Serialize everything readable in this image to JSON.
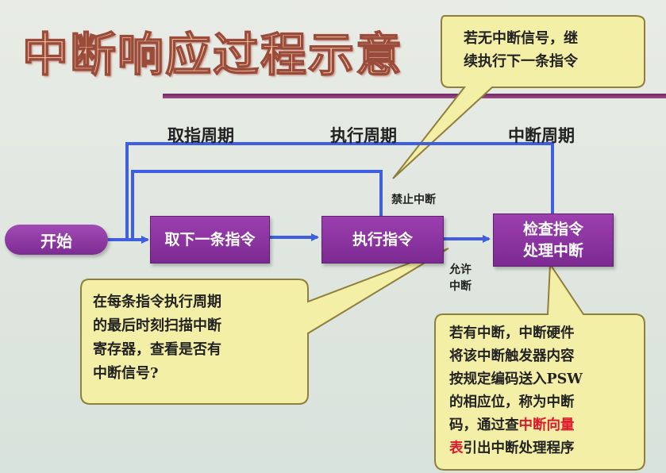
{
  "title": "中断响应过程示意",
  "cycles": {
    "fetch": "取指周期",
    "execute": "执行周期",
    "interrupt": "中断周期"
  },
  "nodes": {
    "start": "开始",
    "fetch_instruction": "取下一条指令",
    "execute_instruction": "执行指令",
    "check_line1": "检查指令",
    "check_line2": "处理中断"
  },
  "edge_labels": {
    "disable_interrupt": "禁止中断",
    "allow_line1": "允许",
    "allow_line2": "中断"
  },
  "callouts": {
    "no_interrupt": [
      "若无中断信号，继",
      "续执行下一条指令"
    ],
    "scan": [
      "在每条指令执行周期",
      "的最后时刻扫描中断",
      "寄存器，查看是否有",
      "中断信号?"
    ],
    "has_interrupt": {
      "lines": [
        "若有中断，中断硬件",
        "将该中断触发器内容",
        "按规定编码送入PSW",
        "的相应位，称为中断"
      ],
      "line5_prefix": "码，通过查",
      "line5_highlight": "中断向量",
      "line6_highlight": "表",
      "line6_suffix": "引出中断处理程序"
    }
  },
  "colors": {
    "process_box": "#8a34a0",
    "flow_line": "#3f5fe0",
    "callout_fill": "#f4efa6",
    "callout_border": "#8f7f3a",
    "highlight": "#e0182b"
  }
}
